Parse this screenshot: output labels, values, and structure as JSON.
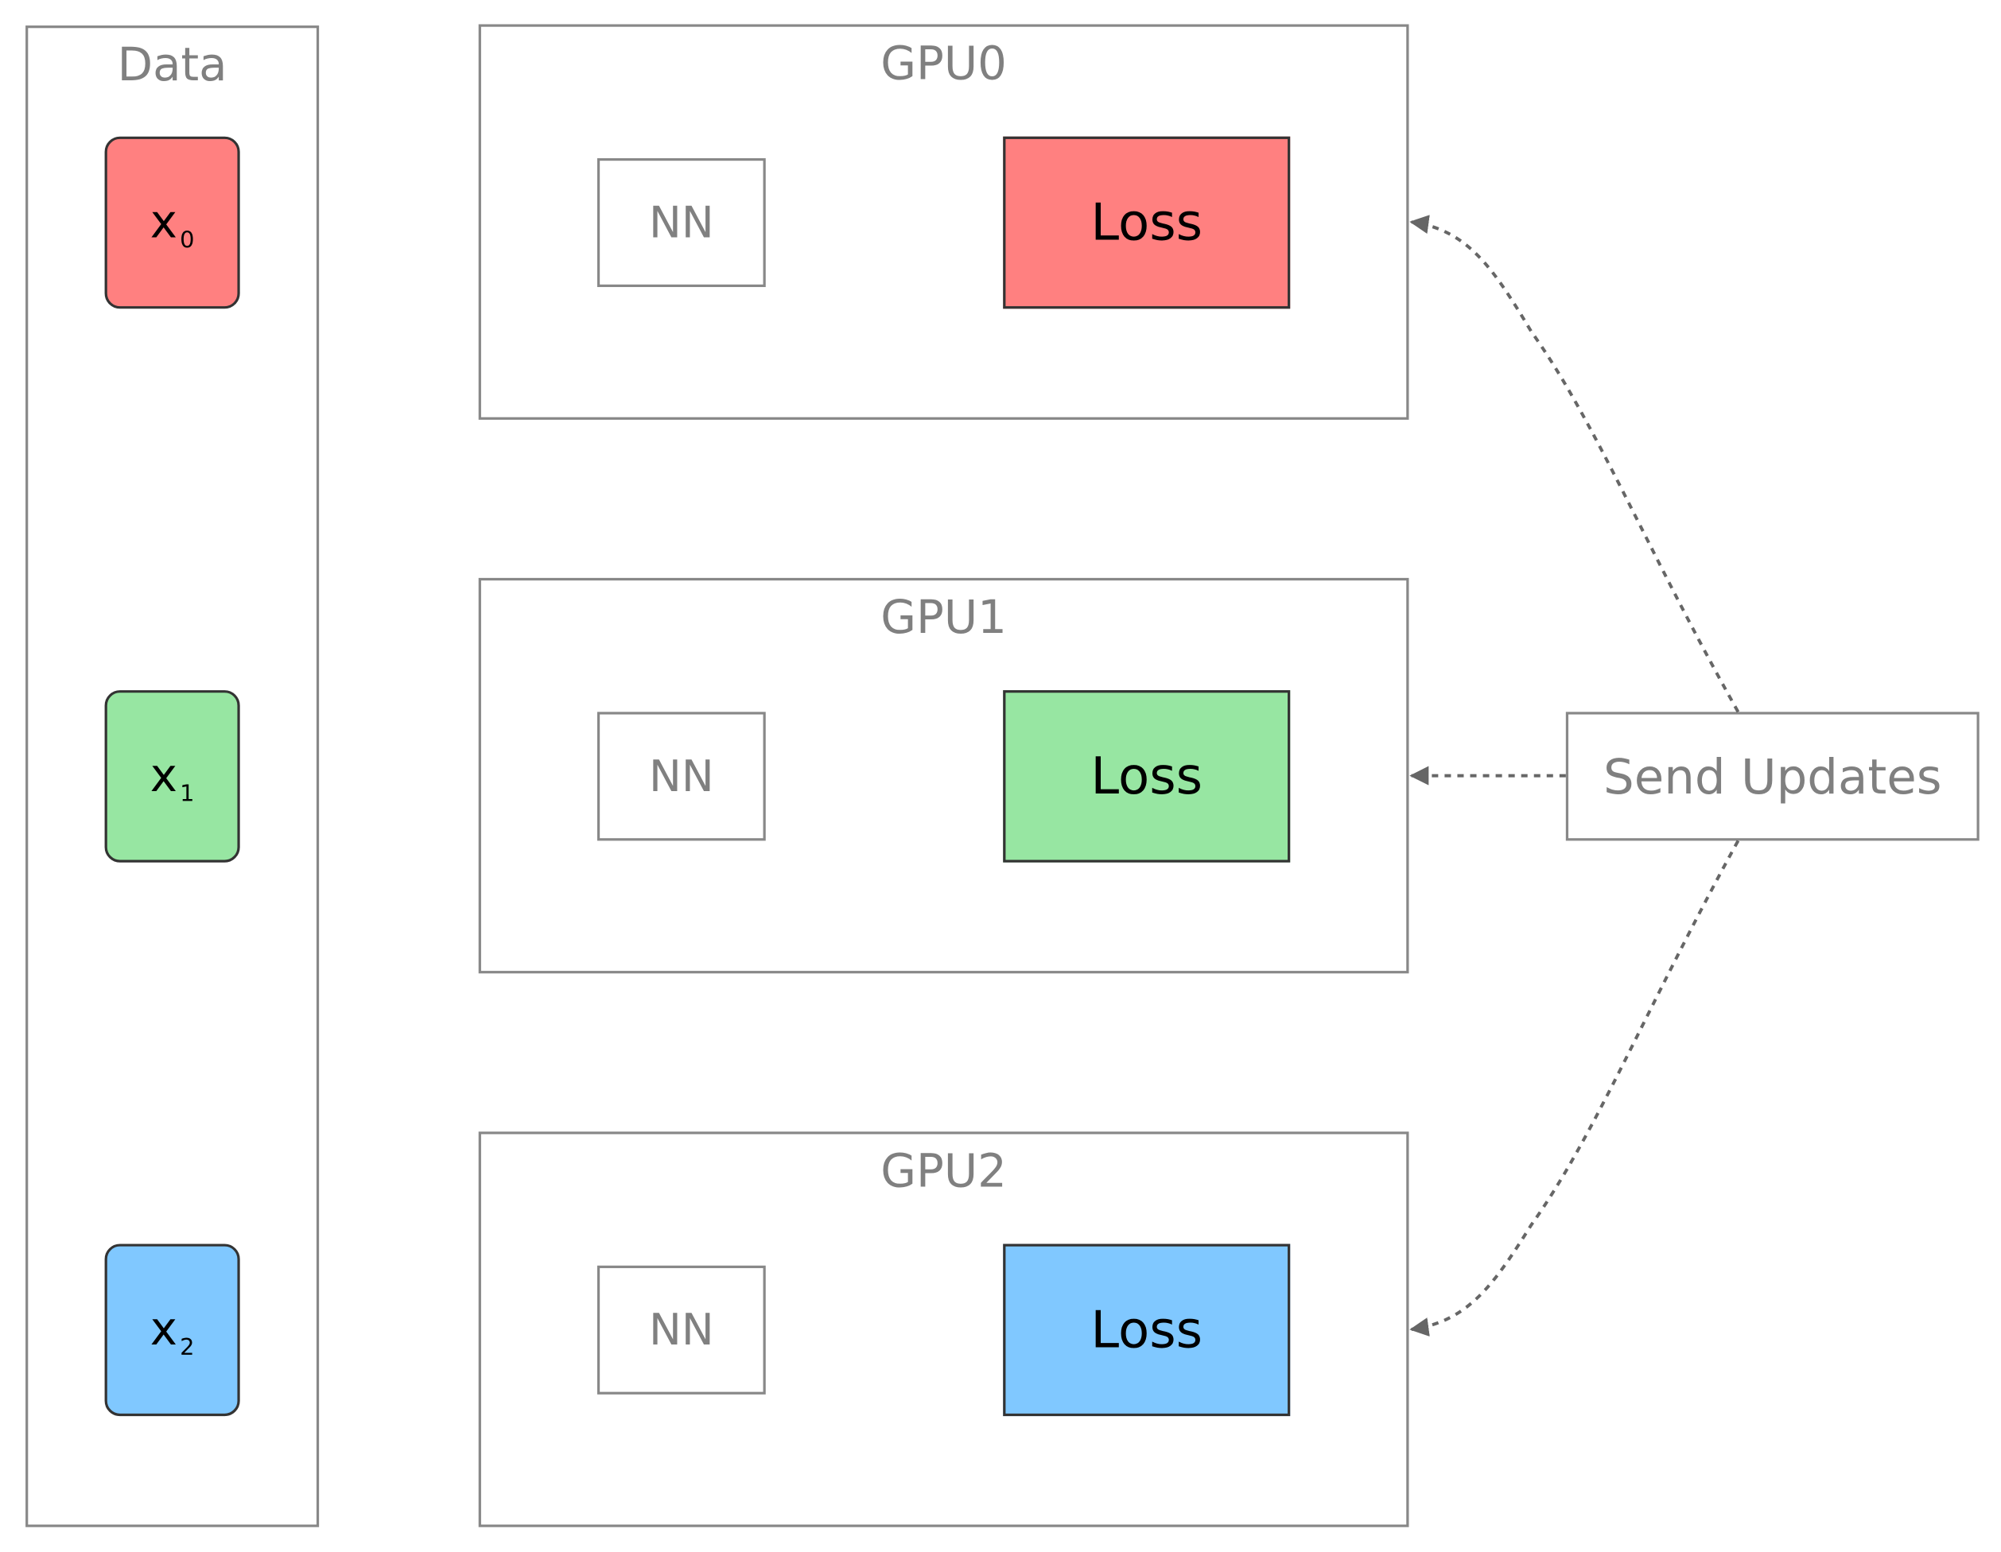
{
  "data_panel": {
    "title": "Data"
  },
  "inputs": [
    {
      "name": "x",
      "sub": "0",
      "color": "#ff8080"
    },
    {
      "name": "x",
      "sub": "1",
      "color": "#97e6a2"
    },
    {
      "name": "x",
      "sub": "2",
      "color": "#80c8ff"
    }
  ],
  "gpus": [
    {
      "title": "GPU0",
      "nn_label": "NN",
      "loss_label": "Loss",
      "loss_color": "#ff8080"
    },
    {
      "title": "GPU1",
      "nn_label": "NN",
      "loss_label": "Loss",
      "loss_color": "#97e6a2"
    },
    {
      "title": "GPU2",
      "nn_label": "NN",
      "loss_label": "Loss",
      "loss_color": "#80c8ff"
    }
  ],
  "send_updates": {
    "label": "Send Updates"
  },
  "colors": {
    "border": "#888888",
    "label_gray": "#808080",
    "arrow": "#666666"
  }
}
